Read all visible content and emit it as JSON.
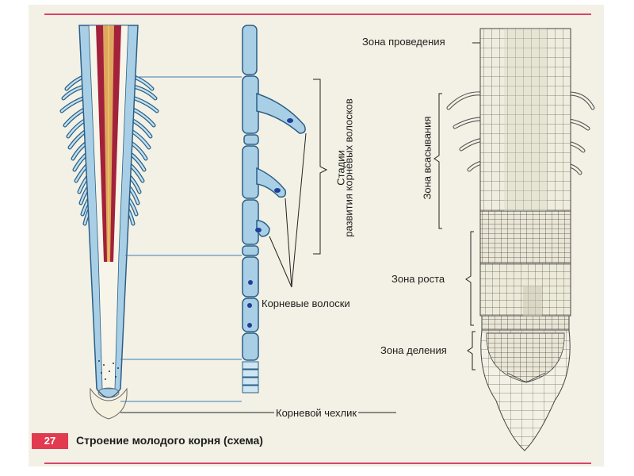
{
  "labels": {
    "zone_conduction": "Зона проведения",
    "zone_absorption": "Зона всасывания",
    "zone_growth": "Зона роста",
    "zone_division": "Зона деления",
    "root_hairs": "Корневые волоски",
    "root_cap": "Корневой чехлик",
    "stages_line1": "Стадии",
    "stages_line2": "развития корневых волосков"
  },
  "caption": {
    "number": "27",
    "title": "Строение молодого корня (схема)"
  },
  "colors": {
    "vessel": "#a3213a",
    "root_blue": "#a9cfe6",
    "outline": "#2b5f86",
    "accent_rule": "#d8446a"
  }
}
